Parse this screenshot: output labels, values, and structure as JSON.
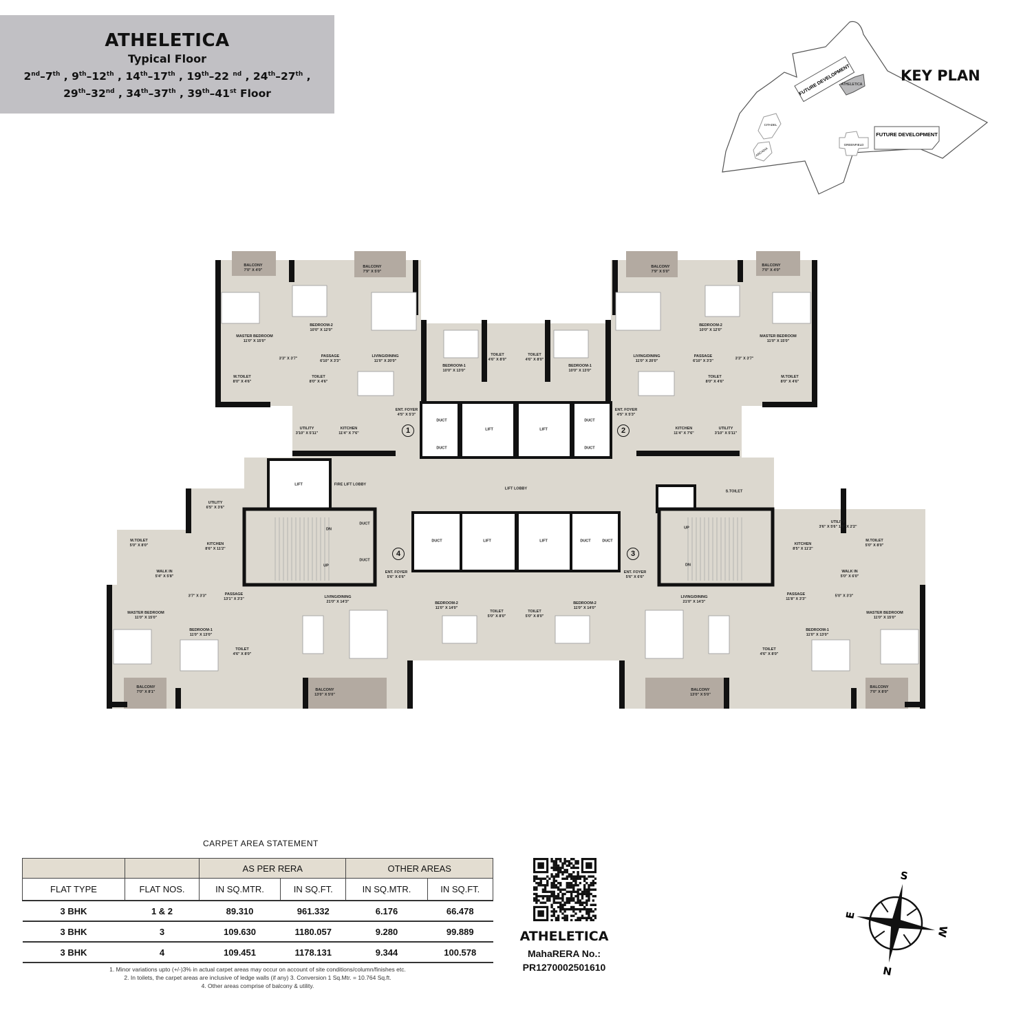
{
  "header": {
    "project": "ATHELETICA",
    "subtitle": "Typical Floor",
    "floors_line1": [
      [
        "2",
        "nd",
        "7",
        "th"
      ],
      [
        "9",
        "th",
        "12",
        "th"
      ],
      [
        "14",
        "th",
        "17",
        "th"
      ],
      [
        "19",
        "th",
        "22 ",
        "nd"
      ],
      [
        "24",
        "th",
        "27",
        "th"
      ]
    ],
    "floors_line2": [
      [
        "29",
        "th",
        "32",
        "nd"
      ],
      [
        "34",
        "th",
        "37",
        "th"
      ],
      [
        "39",
        "th",
        "41",
        "st"
      ]
    ],
    "floor_word": "Floor"
  },
  "key_plan": {
    "title": "KEY PLAN",
    "labels": [
      "FUTURE DEVELOPMENT",
      "ATHELETICA",
      "CITADEL",
      "ARCADIA",
      "GREENFIELD",
      "FUTURE DEVELOPMENT"
    ],
    "highlight_color": "#b9b9bb"
  },
  "plan": {
    "colors": {
      "floor": "#dcd8cf",
      "balcony": "#b3aaa1",
      "wall": "#111111",
      "core": "#ffffff"
    },
    "flat_numbers": [
      "1",
      "2",
      "3",
      "4"
    ],
    "rooms": [
      {
        "name": "BALCONY",
        "size": "7'0\" X 4'0\""
      },
      {
        "name": "BALCONY",
        "size": "7'9\" X 5'0\""
      },
      {
        "name": "MASTER BEDROOM",
        "size": "11'0\" X 15'0\""
      },
      {
        "name": "BEDROOM-2",
        "size": "10'0\" X 12'0\""
      },
      {
        "name": "PASSAGE",
        "size": "6'10\" X 3'3\""
      },
      {
        "name": "3'3\" X 3'7\"",
        "size": ""
      },
      {
        "name": "LIVING/DINING",
        "size": "11'0\" X 20'0\""
      },
      {
        "name": "BEDROOM-1",
        "size": "10'0\" X 13'0\""
      },
      {
        "name": "TOILET",
        "size": "4'6\" X 8'0\""
      },
      {
        "name": "M.TOILET",
        "size": "8'0\" X 4'6\""
      },
      {
        "name": "TOILET",
        "size": "8'0\" X 4'6\""
      },
      {
        "name": "ENT. FOYER",
        "size": "4'5\" X 5'3\""
      },
      {
        "name": "UTILITY",
        "size": "3'10\" X 5'11\""
      },
      {
        "name": "KITCHEN",
        "size": "11'4\" X 7'6\""
      },
      {
        "name": "BALCONY",
        "size": "7'9\" X 5'0\""
      },
      {
        "name": "BALCONY",
        "size": "7'0\" X 4'0\""
      },
      {
        "name": "BEDROOM-1",
        "size": "10'0\" X 13'0\""
      },
      {
        "name": "TOILET",
        "size": "4'6\" X 8'0\""
      },
      {
        "name": "LIVING/DINING",
        "size": "11'0\" X 20'0\""
      },
      {
        "name": "BEDROOM-2",
        "size": "10'0\" X 12'0\""
      },
      {
        "name": "PASSAGE",
        "size": "6'10\" X 3'3\""
      },
      {
        "name": "3'3\" X 3'7\"",
        "size": ""
      },
      {
        "name": "MASTER BEDROOM",
        "size": "11'0\" X 15'0\""
      },
      {
        "name": "TOILET",
        "size": "8'0\" X 4'6\""
      },
      {
        "name": "M.TOILET",
        "size": "8'0\" X 4'6\""
      },
      {
        "name": "ENT. FOYER",
        "size": "4'5\" X 5'3\""
      },
      {
        "name": "KITCHEN",
        "size": "11'4\" X 7'6\""
      },
      {
        "name": "UTILITY",
        "size": "3'10\" X 5'11\""
      },
      {
        "name": "DUCT",
        "size": ""
      },
      {
        "name": "DUCT",
        "size": ""
      },
      {
        "name": "LIFT",
        "size": ""
      },
      {
        "name": "LIFT",
        "size": ""
      },
      {
        "name": "DUCT",
        "size": ""
      },
      {
        "name": "DUCT",
        "size": ""
      },
      {
        "name": "LIFT",
        "size": ""
      },
      {
        "name": "FIRE LIFT LOBBY",
        "size": ""
      },
      {
        "name": "LIFT LOBBY",
        "size": ""
      },
      {
        "name": "S.TOILET",
        "size": ""
      },
      {
        "name": "UTILITY",
        "size": "6'5\" X 3'6\""
      },
      {
        "name": "KITCHEN",
        "size": "8'6\" X 11'2\""
      },
      {
        "name": "M.TOILET",
        "size": "5'0\" X 8'0\""
      },
      {
        "name": "WALK IN",
        "size": "5'4\" X 5'8\""
      },
      {
        "name": "DN",
        "size": ""
      },
      {
        "name": "UP",
        "size": ""
      },
      {
        "name": "DUCT",
        "size": ""
      },
      {
        "name": "DUCT",
        "size": ""
      },
      {
        "name": "ENT. FOYER",
        "size": "5'6\" X 6'6\""
      },
      {
        "name": "3'7\" X 3'3\"",
        "size": ""
      },
      {
        "name": "PASSAGE",
        "size": "13'1\" X 3'3\""
      },
      {
        "name": "MASTER BEDROOM",
        "size": "11'0\" X 15'0\""
      },
      {
        "name": "BEDROOM-1",
        "size": "11'0\" X 13'0\""
      },
      {
        "name": "LIVING/DINING",
        "size": "21'0\" X 14'3\""
      },
      {
        "name": "TOILET",
        "size": "4'6\" X 8'0\""
      },
      {
        "name": "BEDROOM-2",
        "size": "11'0\" X 14'0\""
      },
      {
        "name": "TOILET",
        "size": "5'0\" X 8'0\""
      },
      {
        "name": "BALCONY",
        "size": "7'0\" X 8'1\""
      },
      {
        "name": "BALCONY",
        "size": "13'0\" X 5'0\""
      },
      {
        "name": "DUCT",
        "size": ""
      },
      {
        "name": "LIFT",
        "size": ""
      },
      {
        "name": "LIFT",
        "size": ""
      },
      {
        "name": "DUCT",
        "size": ""
      },
      {
        "name": "DUCT",
        "size": ""
      },
      {
        "name": "ENT. FOYER",
        "size": "5'6\" X 6'6\""
      },
      {
        "name": "UP",
        "size": ""
      },
      {
        "name": "DN",
        "size": ""
      },
      {
        "name": "KITCHEN",
        "size": "8'5\" X 11'2\""
      },
      {
        "name": "UTILITY",
        "size": "3'6\" X 5'6\" 1'6\" X 2'2\""
      },
      {
        "name": "M.TOILET",
        "size": "5'0\" X 8'0\""
      },
      {
        "name": "WALK IN",
        "size": "5'0\" X 6'0\""
      },
      {
        "name": "PASSAGE",
        "size": "11'8\" X 3'3\""
      },
      {
        "name": "5'0\" X 3'3\"",
        "size": ""
      },
      {
        "name": "LIVING/DINING",
        "size": "21'0\" X 14'3\""
      },
      {
        "name": "BEDROOM-2",
        "size": "11'0\" X 14'0\""
      },
      {
        "name": "TOILET",
        "size": "5'0\" X 8'0\""
      },
      {
        "name": "TOILET",
        "size": "4'6\" X 8'0\""
      },
      {
        "name": "BEDROOM-1",
        "size": "11'0\" X 13'0\""
      },
      {
        "name": "MASTER BEDROOM",
        "size": "11'0\" X 15'0\""
      },
      {
        "name": "BALCONY",
        "size": "13'0\" X 5'0\""
      },
      {
        "name": "BALCONY",
        "size": "7'0\" X 8'0\""
      }
    ]
  },
  "carpet_area": {
    "title": "CARPET AREA STATEMENT",
    "group_headers": [
      "",
      "",
      "AS PER RERA",
      "OTHER AREAS"
    ],
    "columns": [
      "FLAT TYPE",
      "FLAT NOS.",
      "IN SQ.MTR.",
      "IN SQ.FT.",
      "IN SQ.MTR.",
      "IN SQ.FT."
    ],
    "rows": [
      [
        "3 BHK",
        "1 & 2",
        "89.310",
        "961.332",
        "6.176",
        "66.478"
      ],
      [
        "3 BHK",
        "3",
        "109.630",
        "1180.057",
        "9.280",
        "99.889"
      ],
      [
        "3 BHK",
        "4",
        "109.451",
        "1178.131",
        "9.344",
        "100.578"
      ]
    ],
    "notes": [
      "1. Minor variations upto (+/-)3% in actual carpet areas may occur on account of site conditions/column/finishes etc.",
      "2. In toilets, the carpet areas are inclusive of ledge walls (if any) 3. Conversion 1 Sq.Mtr. = 10.764 Sq.ft.",
      "4. Other areas comprise of balcony & utility."
    ]
  },
  "rera": {
    "project": "ATHELETICA",
    "label": "MahaRERA No.:",
    "number": "PR1270002501610"
  },
  "compass": {
    "top": "E",
    "right": "S",
    "bottom": "W",
    "left": "N"
  }
}
